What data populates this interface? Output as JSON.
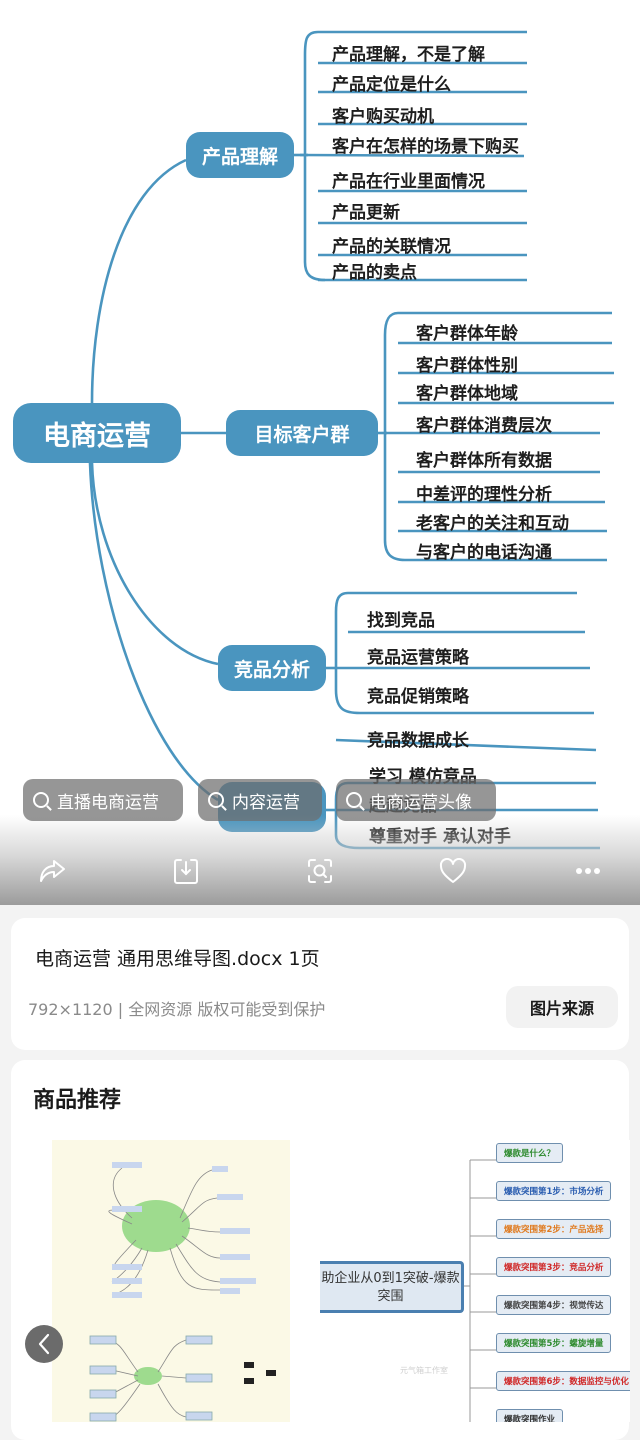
{
  "mindmap": {
    "root": "电商运营",
    "branches": [
      {
        "label": "产品理解",
        "children": [
          "产品理解，不是了解",
          "产品定位是什么",
          "客户购买动机",
          "客户在怎样的场景下购买",
          "产品在行业里面情况",
          "产品更新",
          "产品的关联情况",
          "产品的卖点"
        ]
      },
      {
        "label": "目标客户群",
        "children": [
          "客户群体年龄",
          "客户群体性别",
          "客户群体地域",
          "客户群体消费层次",
          "客户群体所有数据",
          "中差评的理性分析",
          "老客户的关注和互动",
          "与客户的电话沟通"
        ]
      },
      {
        "label": "竞品分析",
        "children": [
          "找到竞品",
          "竞品运营策略",
          "竞品促销策略",
          "竞品数据成长",
          "学习 模仿竞品",
          "超越竞品",
          "尊重对手 承认对手"
        ]
      }
    ],
    "line_color": "#4a95bf",
    "node_color": "#4a95bf"
  },
  "search_chips": [
    {
      "label": "直播电商运营",
      "icon": "search-icon"
    },
    {
      "label": "内容运营",
      "icon": "search-icon"
    },
    {
      "label": "电商运营头像",
      "icon": "search-icon"
    }
  ],
  "toolbar": {
    "share": "share-icon",
    "download": "download-icon",
    "scan": "image-search-icon",
    "favorite": "heart-icon",
    "more": "more-icon"
  },
  "info": {
    "title": "电商运营 通用思维导图.docx 1页",
    "meta": "792×1120 | 全网资源 版权可能受到保护",
    "source_button": "图片来源"
  },
  "recommend": {
    "title": "商品推荐",
    "thumb2": {
      "center": "助企业从0到1突破-爆款突围",
      "watermark": "元气箱工作室",
      "items": [
        {
          "label": "爆款是什么？",
          "color": "#2e8b2e"
        },
        {
          "label": "爆款突围第1步：市场分析",
          "color": "#2a5db0"
        },
        {
          "label": "爆款突围第2步：产品选择",
          "color": "#e07b20"
        },
        {
          "label": "爆款突围第3步：竞品分析",
          "color": "#d02a2a"
        },
        {
          "label": "爆款突围第4步：视觉传达",
          "color": "#444444"
        },
        {
          "label": "爆款突围第5步：螺旋增量",
          "color": "#2e8b2e"
        },
        {
          "label": "爆款突围第6步：数据监控与优化",
          "color": "#d02a2a"
        },
        {
          "label": "爆款突围作业",
          "color": "#333333"
        }
      ]
    }
  }
}
